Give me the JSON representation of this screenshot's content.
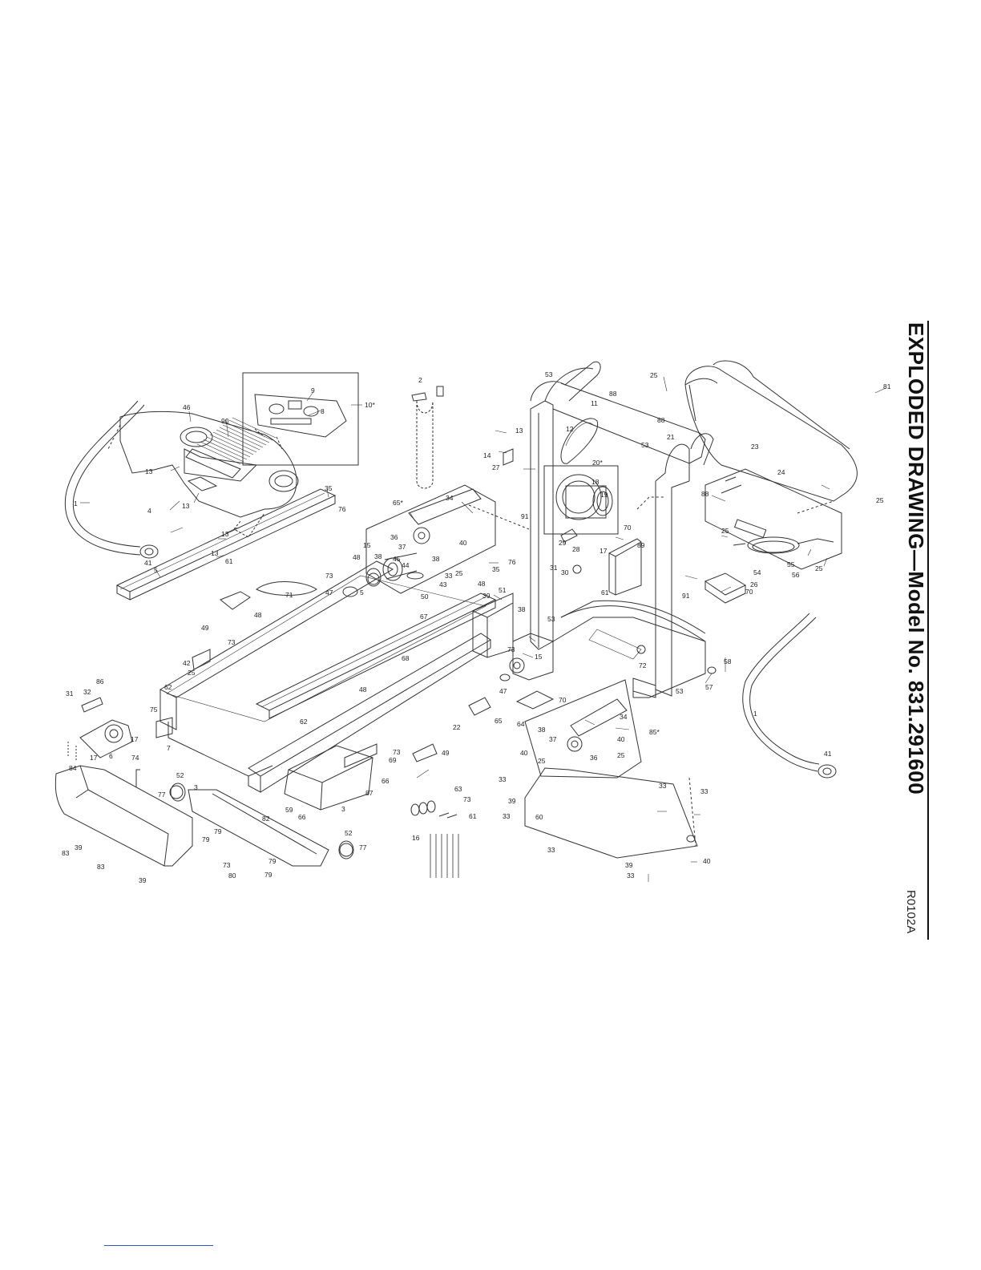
{
  "title": "EXPLODED DRAWING—Model No. 831.291600",
  "drawing_code": "R0102A",
  "icons": [
    "treadmill-exploded-view"
  ],
  "colors": {
    "line": "#333333",
    "text": "#222222",
    "link": "#3355cc"
  },
  "labels": [
    {
      "id": "l1a",
      "text": "1"
    },
    {
      "id": "l1b",
      "text": "1"
    },
    {
      "id": "l2",
      "text": "2"
    },
    {
      "id": "l3a",
      "text": "3"
    },
    {
      "id": "l3b",
      "text": "3"
    },
    {
      "id": "l4",
      "text": "4"
    },
    {
      "id": "l5a",
      "text": "5"
    },
    {
      "id": "l5b",
      "text": "5"
    },
    {
      "id": "l6",
      "text": "6"
    },
    {
      "id": "l7",
      "text": "7"
    },
    {
      "id": "l8",
      "text": "8"
    },
    {
      "id": "l9",
      "text": "9"
    },
    {
      "id": "l10",
      "text": "10*"
    },
    {
      "id": "l11",
      "text": "11"
    },
    {
      "id": "l12",
      "text": "12"
    },
    {
      "id": "l13a",
      "text": "13"
    },
    {
      "id": "l13b",
      "text": "13"
    },
    {
      "id": "l13c",
      "text": "13"
    },
    {
      "id": "l13d",
      "text": "13"
    },
    {
      "id": "l13e",
      "text": "13"
    },
    {
      "id": "l14",
      "text": "14"
    },
    {
      "id": "l15a",
      "text": "15"
    },
    {
      "id": "l15b",
      "text": "15"
    },
    {
      "id": "l16",
      "text": "16"
    },
    {
      "id": "l17a",
      "text": "17"
    },
    {
      "id": "l17b",
      "text": "17"
    },
    {
      "id": "l17c",
      "text": "17"
    },
    {
      "id": "l18",
      "text": "18"
    },
    {
      "id": "l19",
      "text": "19"
    },
    {
      "id": "l20",
      "text": "20*"
    },
    {
      "id": "l21",
      "text": "21"
    },
    {
      "id": "l22",
      "text": "22"
    },
    {
      "id": "l23",
      "text": "23"
    },
    {
      "id": "l24",
      "text": "24"
    },
    {
      "id": "l25a",
      "text": "25"
    },
    {
      "id": "l25b",
      "text": "25"
    },
    {
      "id": "l25c",
      "text": "25"
    },
    {
      "id": "l25d",
      "text": "25"
    },
    {
      "id": "l25e",
      "text": "25"
    },
    {
      "id": "l25f",
      "text": "25"
    },
    {
      "id": "l25g",
      "text": "25"
    },
    {
      "id": "l25h",
      "text": "25"
    },
    {
      "id": "l26",
      "text": "26"
    },
    {
      "id": "l27",
      "text": "27"
    },
    {
      "id": "l28",
      "text": "28"
    },
    {
      "id": "l29",
      "text": "29"
    },
    {
      "id": "l30",
      "text": "30"
    },
    {
      "id": "l31a",
      "text": "31"
    },
    {
      "id": "l31b",
      "text": "31"
    },
    {
      "id": "l32",
      "text": "32"
    },
    {
      "id": "l33a",
      "text": "33"
    },
    {
      "id": "l33b",
      "text": "33"
    },
    {
      "id": "l33c",
      "text": "33"
    },
    {
      "id": "l33d",
      "text": "33"
    },
    {
      "id": "l33e",
      "text": "33"
    },
    {
      "id": "l33f",
      "text": "33"
    },
    {
      "id": "l33g",
      "text": "33"
    },
    {
      "id": "l34a",
      "text": "34"
    },
    {
      "id": "l34b",
      "text": "34"
    },
    {
      "id": "l35a",
      "text": "35"
    },
    {
      "id": "l35b",
      "text": "35"
    },
    {
      "id": "l36a",
      "text": "36"
    },
    {
      "id": "l36b",
      "text": "36"
    },
    {
      "id": "l37a",
      "text": "37"
    },
    {
      "id": "l37b",
      "text": "37"
    },
    {
      "id": "l38a",
      "text": "38"
    },
    {
      "id": "l38b",
      "text": "38"
    },
    {
      "id": "l38c",
      "text": "38"
    },
    {
      "id": "l38d",
      "text": "38"
    },
    {
      "id": "l39a",
      "text": "39"
    },
    {
      "id": "l39b",
      "text": "39"
    },
    {
      "id": "l39c",
      "text": "39"
    },
    {
      "id": "l39d",
      "text": "39"
    },
    {
      "id": "l39e",
      "text": "39"
    },
    {
      "id": "l40a",
      "text": "40"
    },
    {
      "id": "l40b",
      "text": "40"
    },
    {
      "id": "l40c",
      "text": "40"
    },
    {
      "id": "l40d",
      "text": "40"
    },
    {
      "id": "l41a",
      "text": "41"
    },
    {
      "id": "l41b",
      "text": "41"
    },
    {
      "id": "l42",
      "text": "42"
    },
    {
      "id": "l43",
      "text": "43"
    },
    {
      "id": "l44",
      "text": "44"
    },
    {
      "id": "l45",
      "text": "45"
    },
    {
      "id": "l46",
      "text": "46"
    },
    {
      "id": "l47a",
      "text": "47"
    },
    {
      "id": "l47b",
      "text": "47"
    },
    {
      "id": "l48a",
      "text": "48"
    },
    {
      "id": "l48b",
      "text": "48"
    },
    {
      "id": "l48c",
      "text": "48"
    },
    {
      "id": "l48d",
      "text": "48"
    },
    {
      "id": "l49a",
      "text": "49"
    },
    {
      "id": "l49b",
      "text": "49"
    },
    {
      "id": "l50",
      "text": "50"
    },
    {
      "id": "l51",
      "text": "51"
    },
    {
      "id": "l52a",
      "text": "52"
    },
    {
      "id": "l52b",
      "text": "52"
    },
    {
      "id": "l53a",
      "text": "53"
    },
    {
      "id": "l53b",
      "text": "53"
    },
    {
      "id": "l53c",
      "text": "53"
    },
    {
      "id": "l53d",
      "text": "53"
    },
    {
      "id": "l54",
      "text": "54"
    },
    {
      "id": "l55",
      "text": "55"
    },
    {
      "id": "l56",
      "text": "56"
    },
    {
      "id": "l57",
      "text": "57"
    },
    {
      "id": "l58",
      "text": "58"
    },
    {
      "id": "l59",
      "text": "59"
    },
    {
      "id": "l60",
      "text": "60"
    },
    {
      "id": "l61a",
      "text": "61"
    },
    {
      "id": "l61b",
      "text": "61"
    },
    {
      "id": "l61c",
      "text": "61"
    },
    {
      "id": "l62a",
      "text": "62"
    },
    {
      "id": "l62b",
      "text": "62"
    },
    {
      "id": "l63",
      "text": "63"
    },
    {
      "id": "l64",
      "text": "64"
    },
    {
      "id": "l65a",
      "text": "65*"
    },
    {
      "id": "l65b",
      "text": "65"
    },
    {
      "id": "l66a",
      "text": "66"
    },
    {
      "id": "l66b",
      "text": "66"
    },
    {
      "id": "l67",
      "text": "67"
    },
    {
      "id": "l68",
      "text": "68"
    },
    {
      "id": "l69",
      "text": "69"
    },
    {
      "id": "l70a",
      "text": "70"
    },
    {
      "id": "l70b",
      "text": "70"
    },
    {
      "id": "l70c",
      "text": "70"
    },
    {
      "id": "l71",
      "text": "71"
    },
    {
      "id": "l72",
      "text": "72"
    },
    {
      "id": "l73a",
      "text": "73"
    },
    {
      "id": "l73b",
      "text": "73"
    },
    {
      "id": "l73c",
      "text": "73"
    },
    {
      "id": "l73d",
      "text": "73"
    },
    {
      "id": "l73e",
      "text": "73"
    },
    {
      "id": "l73f",
      "text": "73"
    },
    {
      "id": "l74",
      "text": "74"
    },
    {
      "id": "l75",
      "text": "75"
    },
    {
      "id": "l76a",
      "text": "76"
    },
    {
      "id": "l76b",
      "text": "76"
    },
    {
      "id": "l77a",
      "text": "77"
    },
    {
      "id": "l77b",
      "text": "77"
    },
    {
      "id": "l79a",
      "text": "79"
    },
    {
      "id": "l79b",
      "text": "79"
    },
    {
      "id": "l79c",
      "text": "79"
    },
    {
      "id": "l79d",
      "text": "79"
    },
    {
      "id": "l80",
      "text": "80"
    },
    {
      "id": "l81",
      "text": "81"
    },
    {
      "id": "l82",
      "text": "82"
    },
    {
      "id": "l83a",
      "text": "83"
    },
    {
      "id": "l83b",
      "text": "83"
    },
    {
      "id": "l84",
      "text": "84"
    },
    {
      "id": "l85",
      "text": "85*"
    },
    {
      "id": "l86",
      "text": "86"
    },
    {
      "id": "l87",
      "text": "87"
    },
    {
      "id": "l88a",
      "text": "88"
    },
    {
      "id": "l88b",
      "text": "88"
    },
    {
      "id": "l88c",
      "text": "88"
    },
    {
      "id": "l89",
      "text": "89"
    },
    {
      "id": "l90",
      "text": "90"
    },
    {
      "id": "l91a",
      "text": "91"
    },
    {
      "id": "l91b",
      "text": "91"
    }
  ]
}
